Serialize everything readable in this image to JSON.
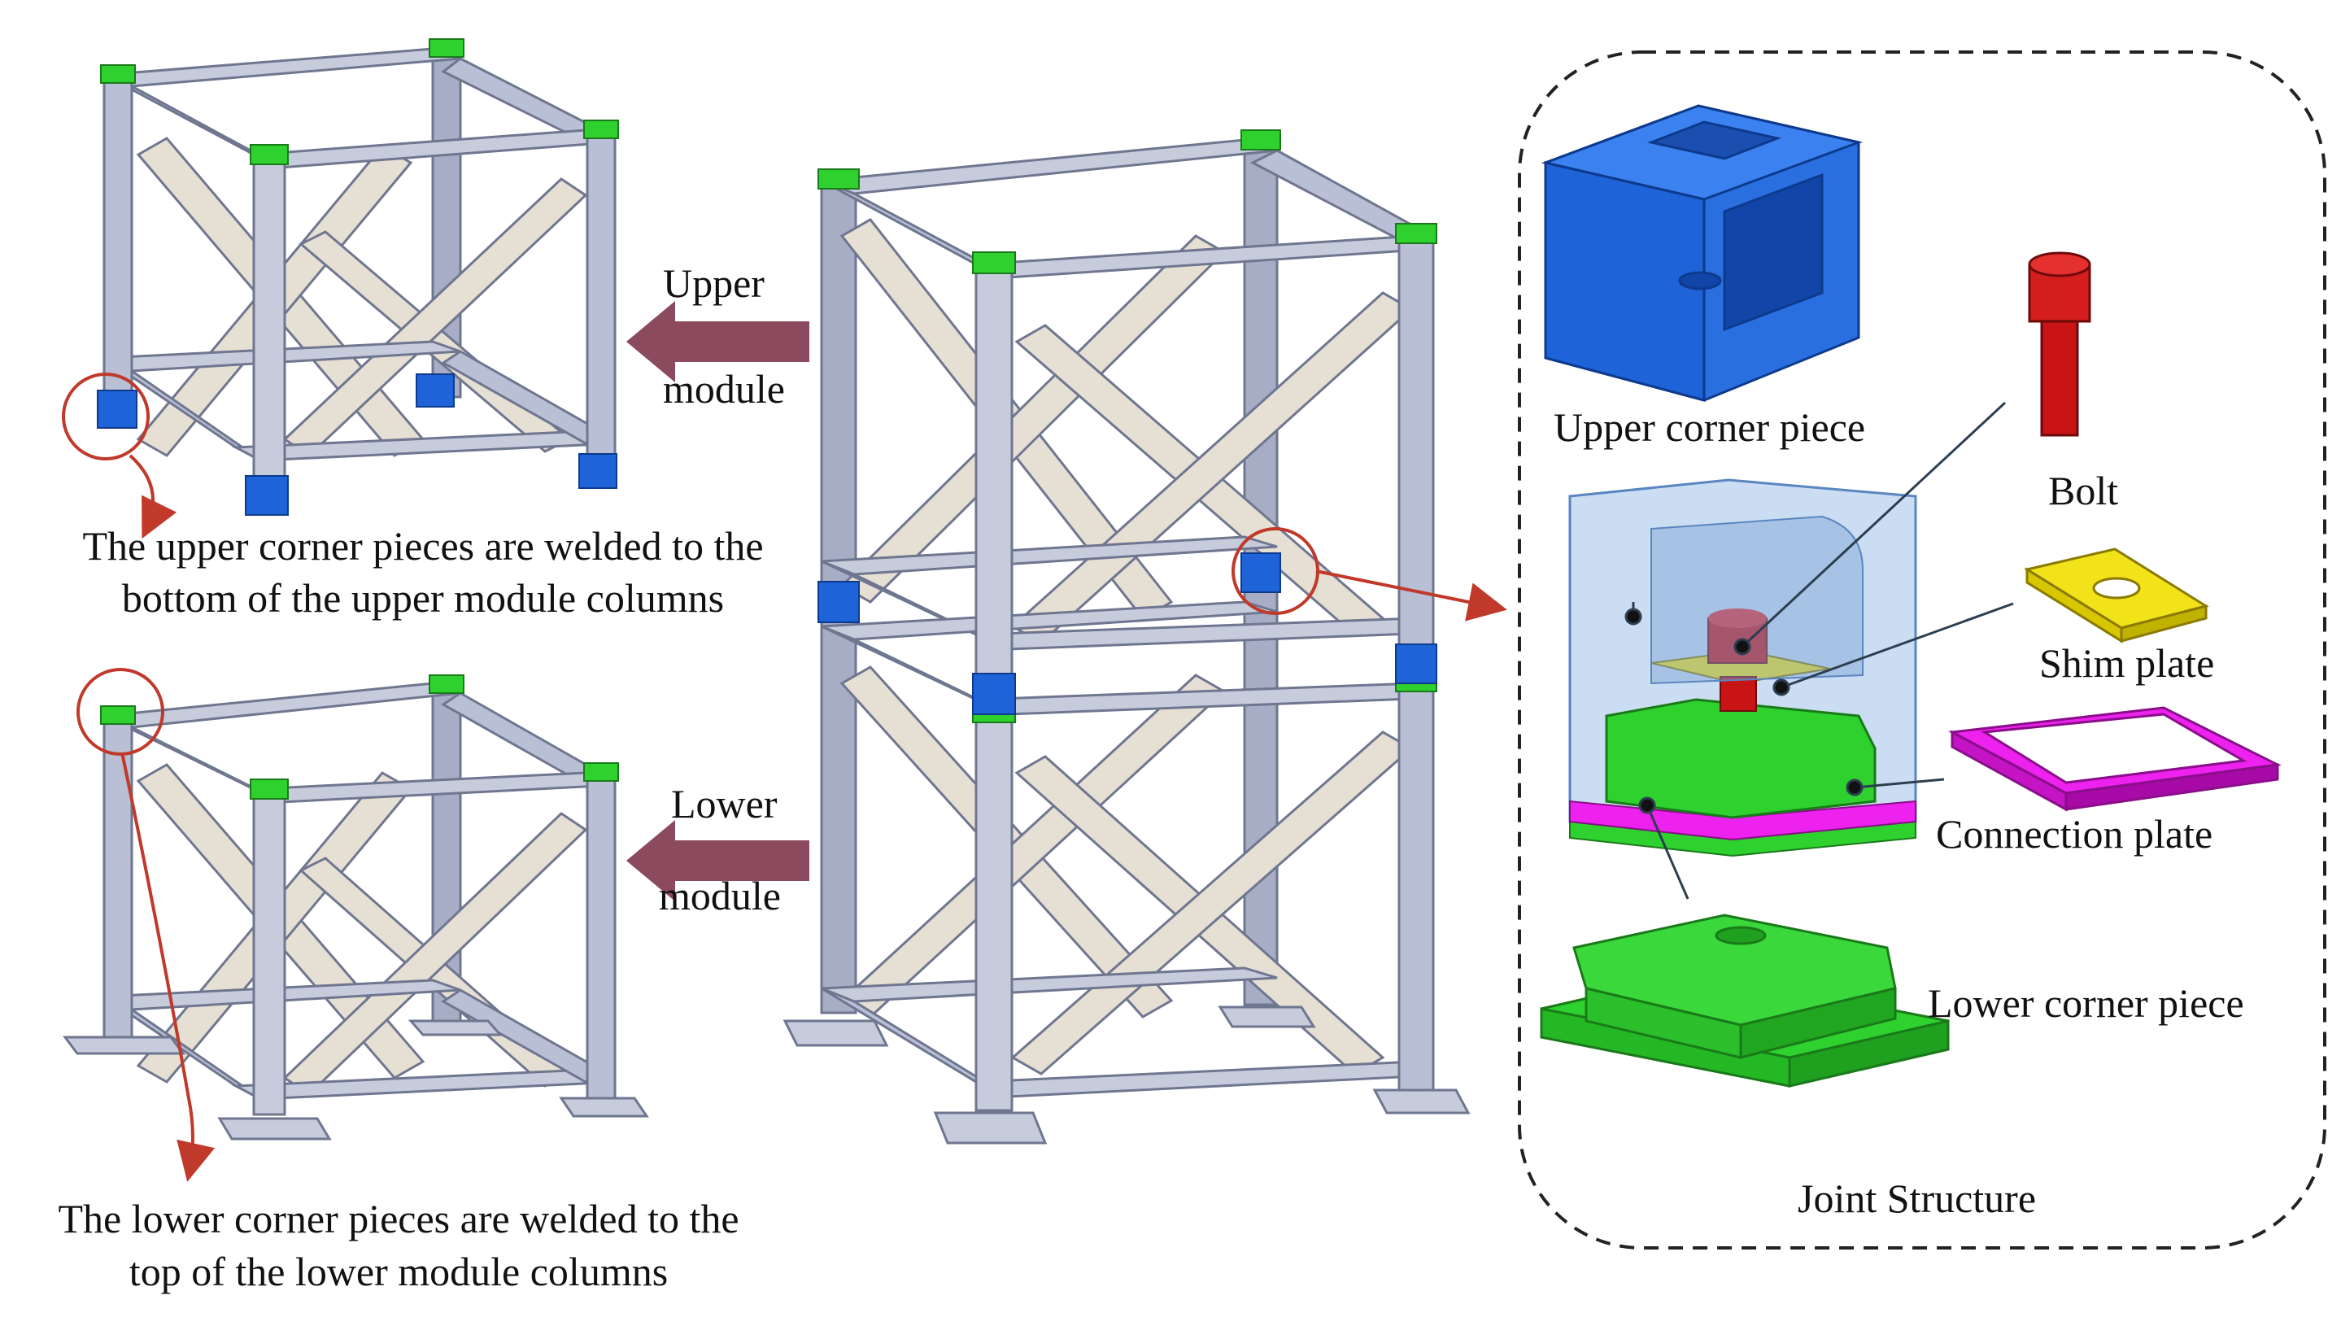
{
  "labels": {
    "upper_module_l1": "Upper",
    "upper_module_l2": "module",
    "lower_module_l1": "Lower",
    "lower_module_l2": "module",
    "upper_note_l1": "The upper corner pieces are welded to the",
    "upper_note_l2": "bottom of the upper module columns",
    "lower_note_l1": "The lower corner pieces are welded to the",
    "lower_note_l2": "top of the lower module columns",
    "upper_corner_piece": "Upper corner piece",
    "bolt": "Bolt",
    "shim_plate": "Shim plate",
    "connection_plate": "Connection plate",
    "lower_corner_piece": "Lower corner piece",
    "joint_structure": "Joint Structure"
  },
  "colors": {
    "frame": "#b9bfd4",
    "frame_dark": "#8e95b0",
    "brace": "#e6dfd3",
    "upper_corner": "#1f63d8",
    "lower_corner": "#2ed12e",
    "bolt": "#c81414",
    "shim": "#f2e21a",
    "connection_plate": "#ee22ee",
    "arrow": "#8c4a5e",
    "callout": "#c0392b"
  }
}
